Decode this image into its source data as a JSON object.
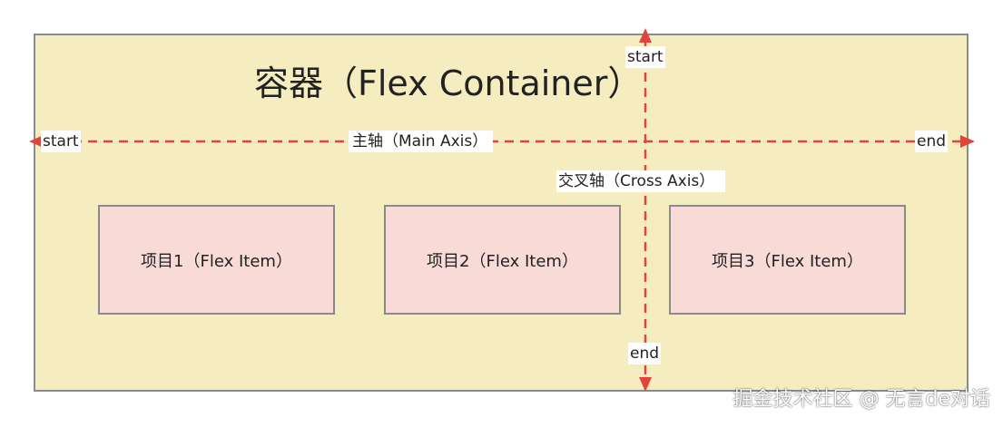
{
  "title": "容器（Flex Container）",
  "main_axis": {
    "label": "主轴（Main Axis）",
    "start": "start",
    "end": "end"
  },
  "cross_axis": {
    "label": "交叉轴（Cross Axis）",
    "start": "start",
    "end": "end"
  },
  "items": [
    {
      "label": "项目1（Flex Item）"
    },
    {
      "label": "项目2（Flex Item）"
    },
    {
      "label": "项目3（Flex Item）"
    }
  ],
  "watermark": "掘金技术社区 @ 无言de对话",
  "colors": {
    "container_fill": "#f5ecbf",
    "item_fill": "#f8dad7",
    "border": "#8a8a8a",
    "axis": "#e0453c"
  }
}
